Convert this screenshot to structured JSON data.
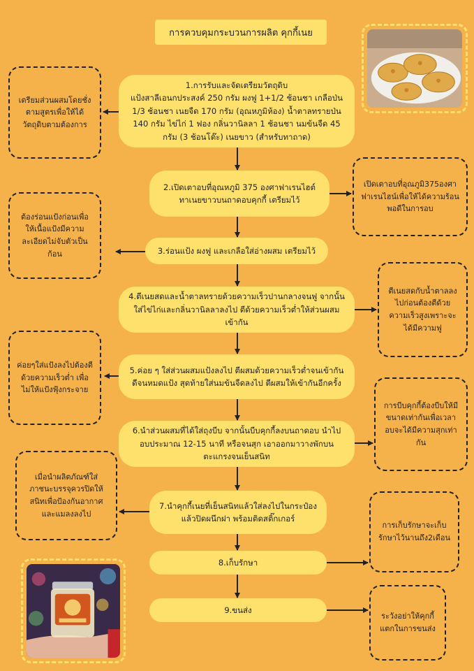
{
  "title": "การควบคุมกระบวนการผลิต คุกกี้เนย",
  "steps": [
    {
      "heading": "1.การรับและจัดเตรียมวัตถุดิบ",
      "body": "แป้งสาลีเอนกประสงค์ 250 กรัม ผงฟู 1+1/2 ช้อนชา เกลือป่น 1/3 ช้อนชา เนยจืด 170 กรัม (อุณหภูมิห้อง) น้ำตาลทรายป่น 140 กรัม ไข่ไก่ 1 ฟอง กลิ่นวานิลลา 1 ช้อนชา นมข้นจืด 45 กรัม (3 ช้อนโต๊ะ) เนยขาว (สำหรับทาถาด)"
    },
    {
      "text": "2.เปิดเตาอบที่อุณหภูมิ 375 องศาฟาเรนไฮต์ ทาเนยขาวบนถาดอบคุกกี้ เตรียมไว้"
    },
    {
      "text": "3.ร่อนแป้ง ผงฟู และเกลือใส่อ่างผสม เตรียมไว้"
    },
    {
      "text": "4.ตีเนยสดและน้ำตาลทรายด้วยความเร็วปานกลางจนฟู จากนั้นใส่ไข่ไก่และกลิ่นวานิลลาลงไป ตีด้วยความเร็วต่ำให้ส่วนผสมเข้ากัน"
    },
    {
      "text": "5.ค่อย ๆ ใส่ส่วนผสมแป้งลงไป ตีผสมด้วยความเร็วต่ำจนเข้ากันดีจนหมดแป้ง สุดท้ายใส่นมข้นจืดลงไป ตีผสมให้เข้ากันอีกครั้ง"
    },
    {
      "text": "6.นำส่วนผสมที่ได้ใส่ถุงบีบ จากนั้นบีบคุกกี้ลงบนถาดอบ นำไปอบประมาณ 12-15 นาที หรือจนสุก เอาออกมาวางพักบนตะแกรงจนเย็นสนิท"
    },
    {
      "text": "7.นำคุกกี้เนยที่เย็นสนิทแล้วใส่ลงไปในกระป๋อง แล้วปิดผนึกฝา พร้อมติดสติ๊กเกอร์"
    },
    {
      "text": "8.เก็บรักษา"
    },
    {
      "text": "9.ขนส่ง"
    }
  ],
  "notes": {
    "n1": "เตรียมส่วนผสมโดยชั่งตามสูตรเพื่อให้ได้วัตถุดิบตามต้องการ",
    "n2": "เปิดเตาอบที่อุณภูมิ375องศาฟาเรนไฮน์เพื่อให้ได้ความร้อนพอดีในการอบ",
    "n3": "ต้องร่อนแป้งก่อนเพื่อให้เนื้อแป้งมีความละเอียดไม่จับตัวเป็นก้อน",
    "n4": "ตีเนยสดกับน้ำตาลลงไปก่อนต้องตีด้วยความเร็วสูงเพราะจะได้มีความฟู",
    "n5": "ค่อยๆใส่แป้งลงไปต้องตีด้วยความเร็วต่ำ เพื่อไม่ให้แป้งฟุ้งกระจาย",
    "n6": "การบีบคุกกี้ต้องบีบให้มีขนาดเท่ากันเพื่อเวลาอบจะได้มีความสุกเท่ากัน",
    "n7": "เมื่อนำผลิตภัณฑ์ใส่ภาชนะบรรจุควรปิดให้สนิทเพื่อป้องกันอากาศและแมลงลงไป",
    "n8": "การเก็บรักษาจะเก็บรักษาไว้นานถึง2เดือน",
    "n9": "ระวังอย่าให้คุกกี้แตกในการขนส่ง"
  },
  "colors": {
    "background": "#f6b24a",
    "box": "#fde16c",
    "line": "#222222"
  }
}
